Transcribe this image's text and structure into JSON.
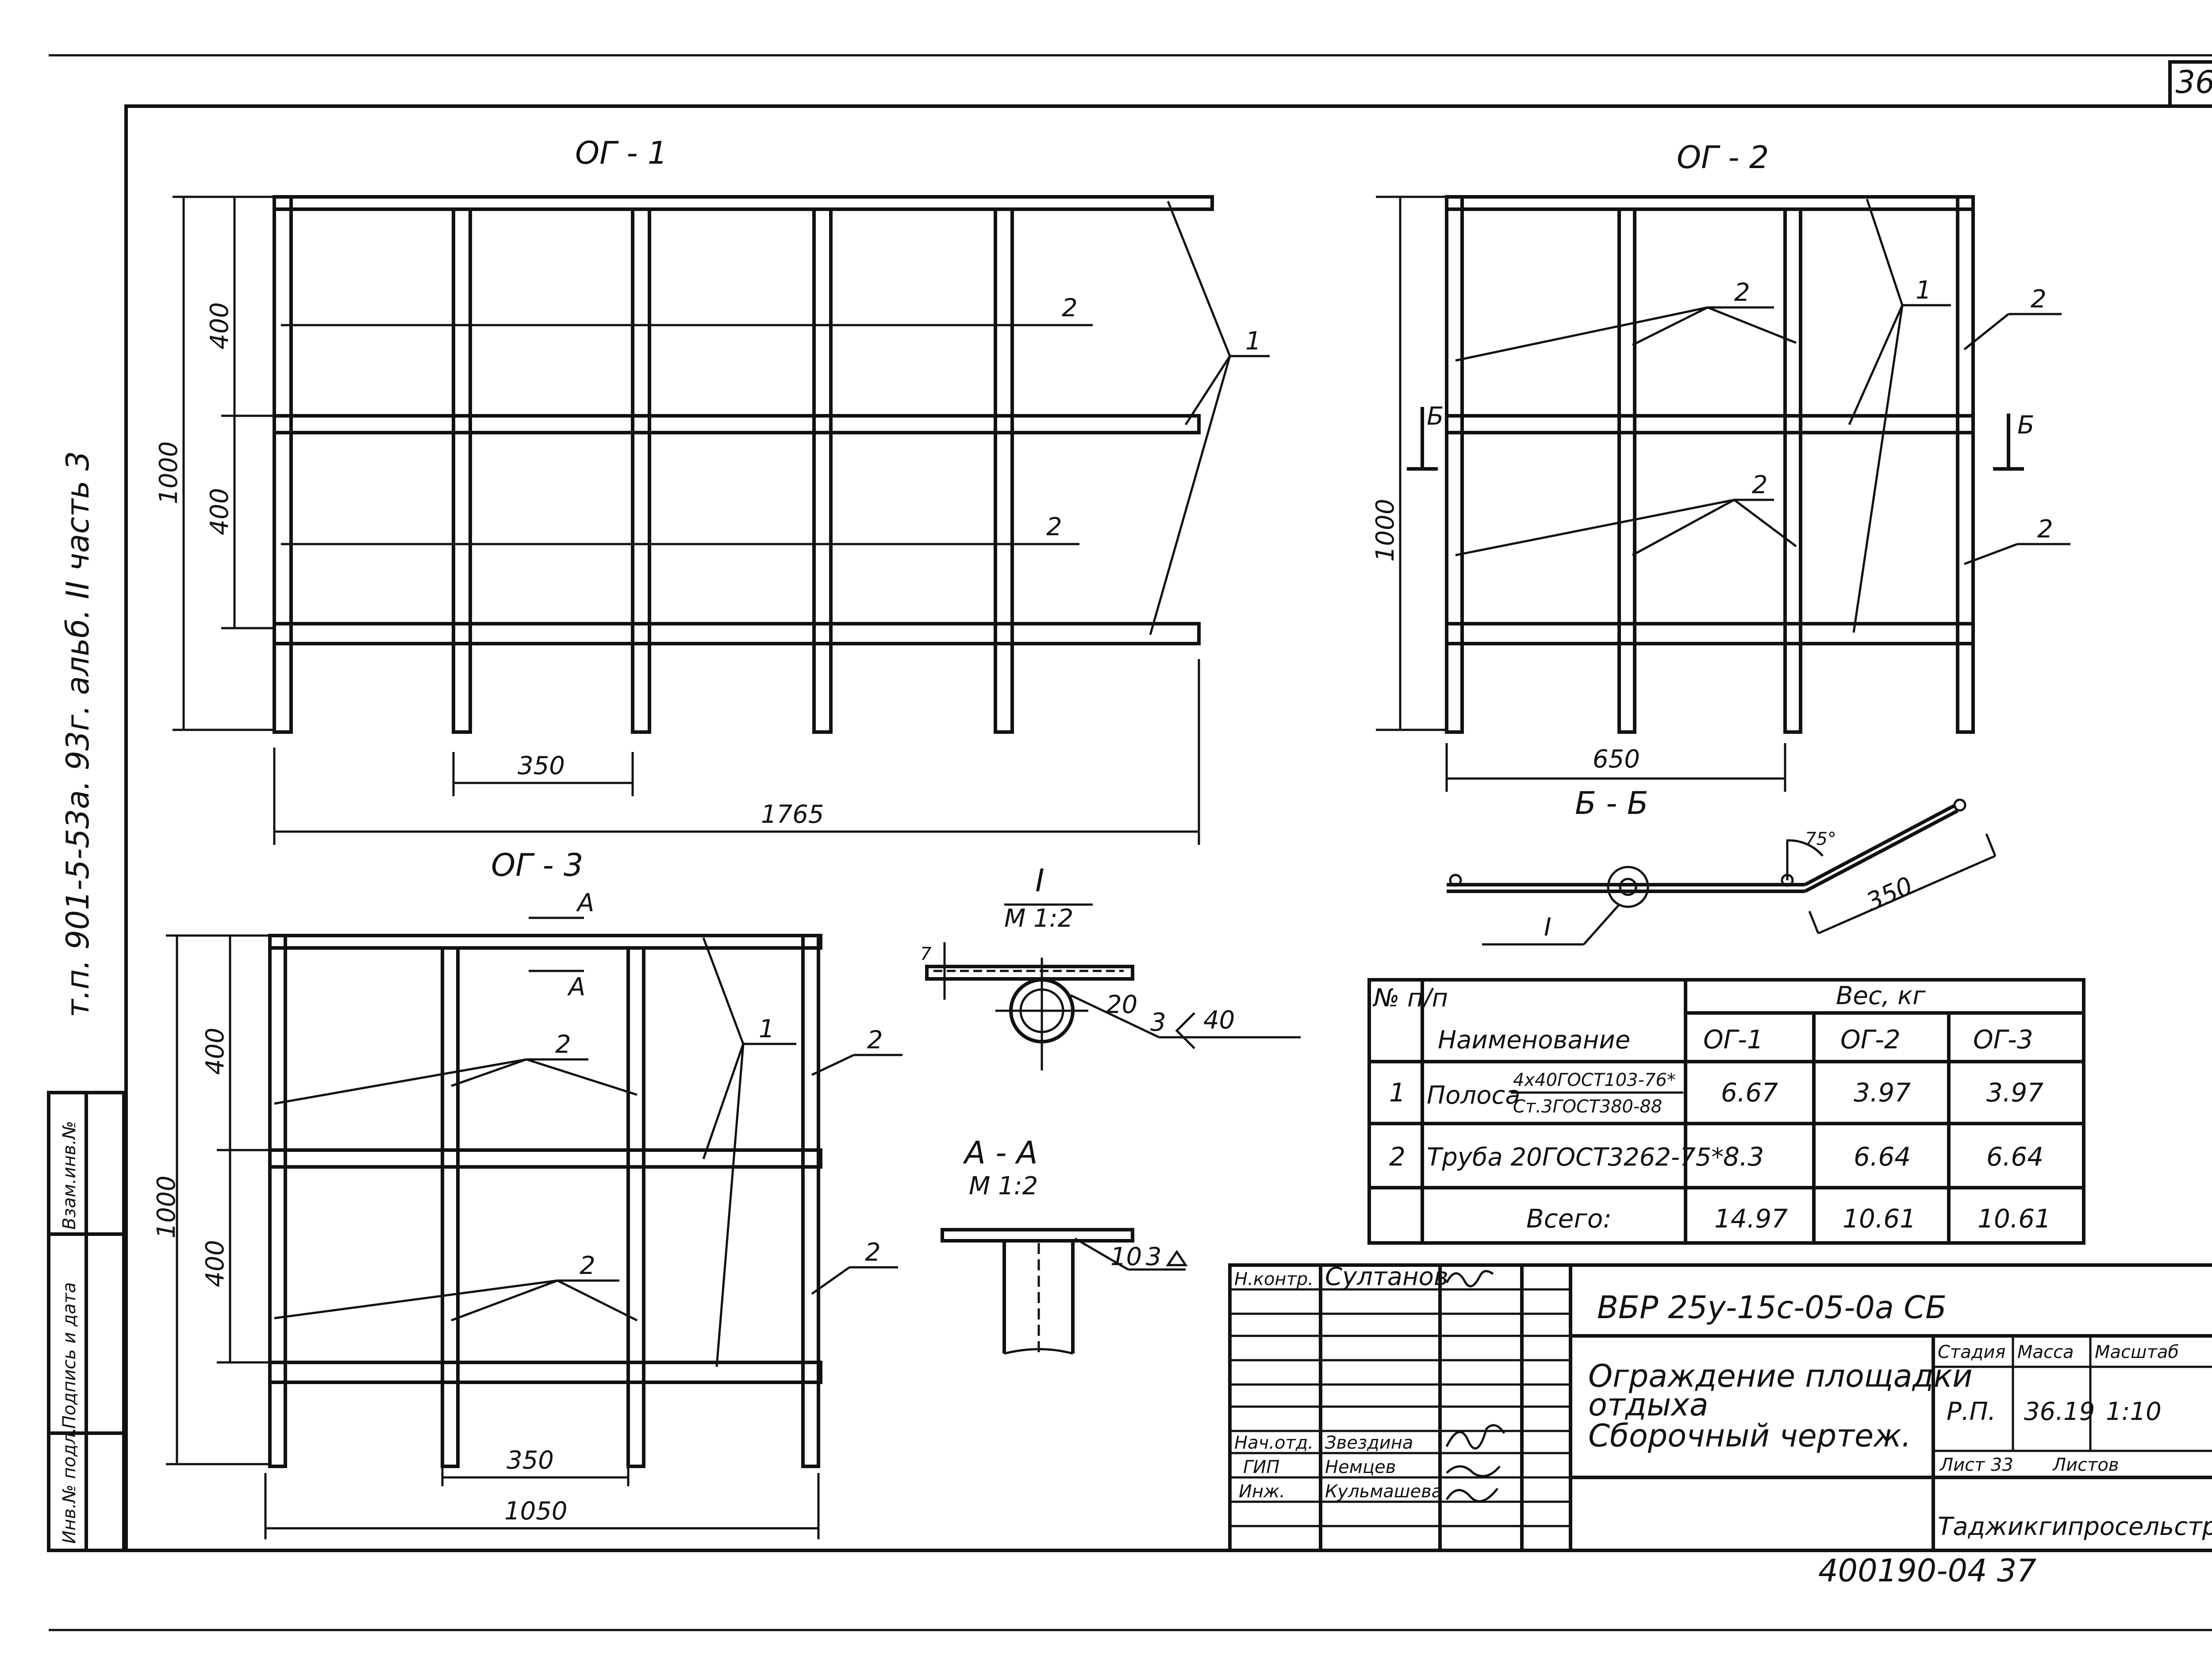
{
  "sheet": {
    "page_number": "36",
    "side_note": "т.п. 901-5-53а. 93г.   альб. II   часть 3",
    "stamp_bottom": "400190-04   37",
    "left_strip": [
      "Инв.№ подл.",
      "Подпись и дата",
      "Взам.инв.№"
    ]
  },
  "views": {
    "og1": {
      "title": "ОГ - 1",
      "dims": [
        "400",
        "400",
        "1000",
        "350",
        "1765"
      ],
      "callouts": [
        "1",
        "2",
        "2"
      ]
    },
    "og2": {
      "title": "ОГ - 2",
      "dims": [
        "1000",
        "650"
      ],
      "callouts": [
        "1",
        "2",
        "2",
        "2",
        "2"
      ],
      "section_marks": [
        "Б",
        "Б"
      ]
    },
    "bb": {
      "title": "Б - Б",
      "angle": "75°",
      "dim": "350",
      "callout": "I"
    },
    "og3": {
      "title": "ОГ - 3",
      "section_marks": [
        "А",
        "А"
      ],
      "dims": [
        "400",
        "400",
        "1000",
        "350",
        "1050"
      ],
      "callouts": [
        "1",
        "2",
        "2",
        "2",
        "2"
      ]
    },
    "detail_i": {
      "title": "I",
      "scale": "М 1:2",
      "dims": [
        "7"
      ],
      "weld": [
        "20",
        "3",
        "40"
      ]
    },
    "section_aa": {
      "title": "А - А",
      "scale": "М 1:2",
      "weld": [
        "10",
        "3"
      ]
    }
  },
  "spec_table": {
    "headers": {
      "num": "№\nп/п",
      "name": "Наименование",
      "weight": "Вес, кг",
      "cols": [
        "ОГ-1",
        "ОГ-2",
        "ОГ-3"
      ]
    },
    "rows": [
      {
        "num": "1",
        "name": "Полоса",
        "name_top": "4x40ГОСТ103-76*",
        "name_bottom": "Ст.3ГОСТ380-88",
        "values": [
          "6.67",
          "3.97",
          "3.97"
        ]
      },
      {
        "num": "2",
        "name": "Труба 20ГОСТ3262-75*",
        "values": [
          "8.3",
          "6.64",
          "6.64"
        ]
      },
      {
        "num": "",
        "name": "Всего:",
        "values": [
          "14.97",
          "10.61",
          "10.61"
        ]
      }
    ]
  },
  "title_block": {
    "code": "ВБР  25у-15с-05-0а  СБ",
    "title_lines": [
      "Ограждение площадки",
      "отдыха",
      "Сборочный  чертеж."
    ],
    "stage_label": "Стадия",
    "mass_label": "Масса",
    "scale_label": "Масштаб",
    "stage": "Р.П.",
    "mass": "36.19",
    "scale": "1:10",
    "sheet_label": "Лист",
    "sheet_no": "33",
    "sheets_label": "Листов",
    "org": "Таджикгипросельстрой",
    "people": [
      {
        "role": "Н.контр.",
        "name": "Султанов"
      },
      {
        "role": "Нач.отд.",
        "name": "Звездина"
      },
      {
        "role": "ГИП",
        "name": "Немцев"
      },
      {
        "role": "Инж.",
        "name": "Кульмашева"
      }
    ]
  }
}
